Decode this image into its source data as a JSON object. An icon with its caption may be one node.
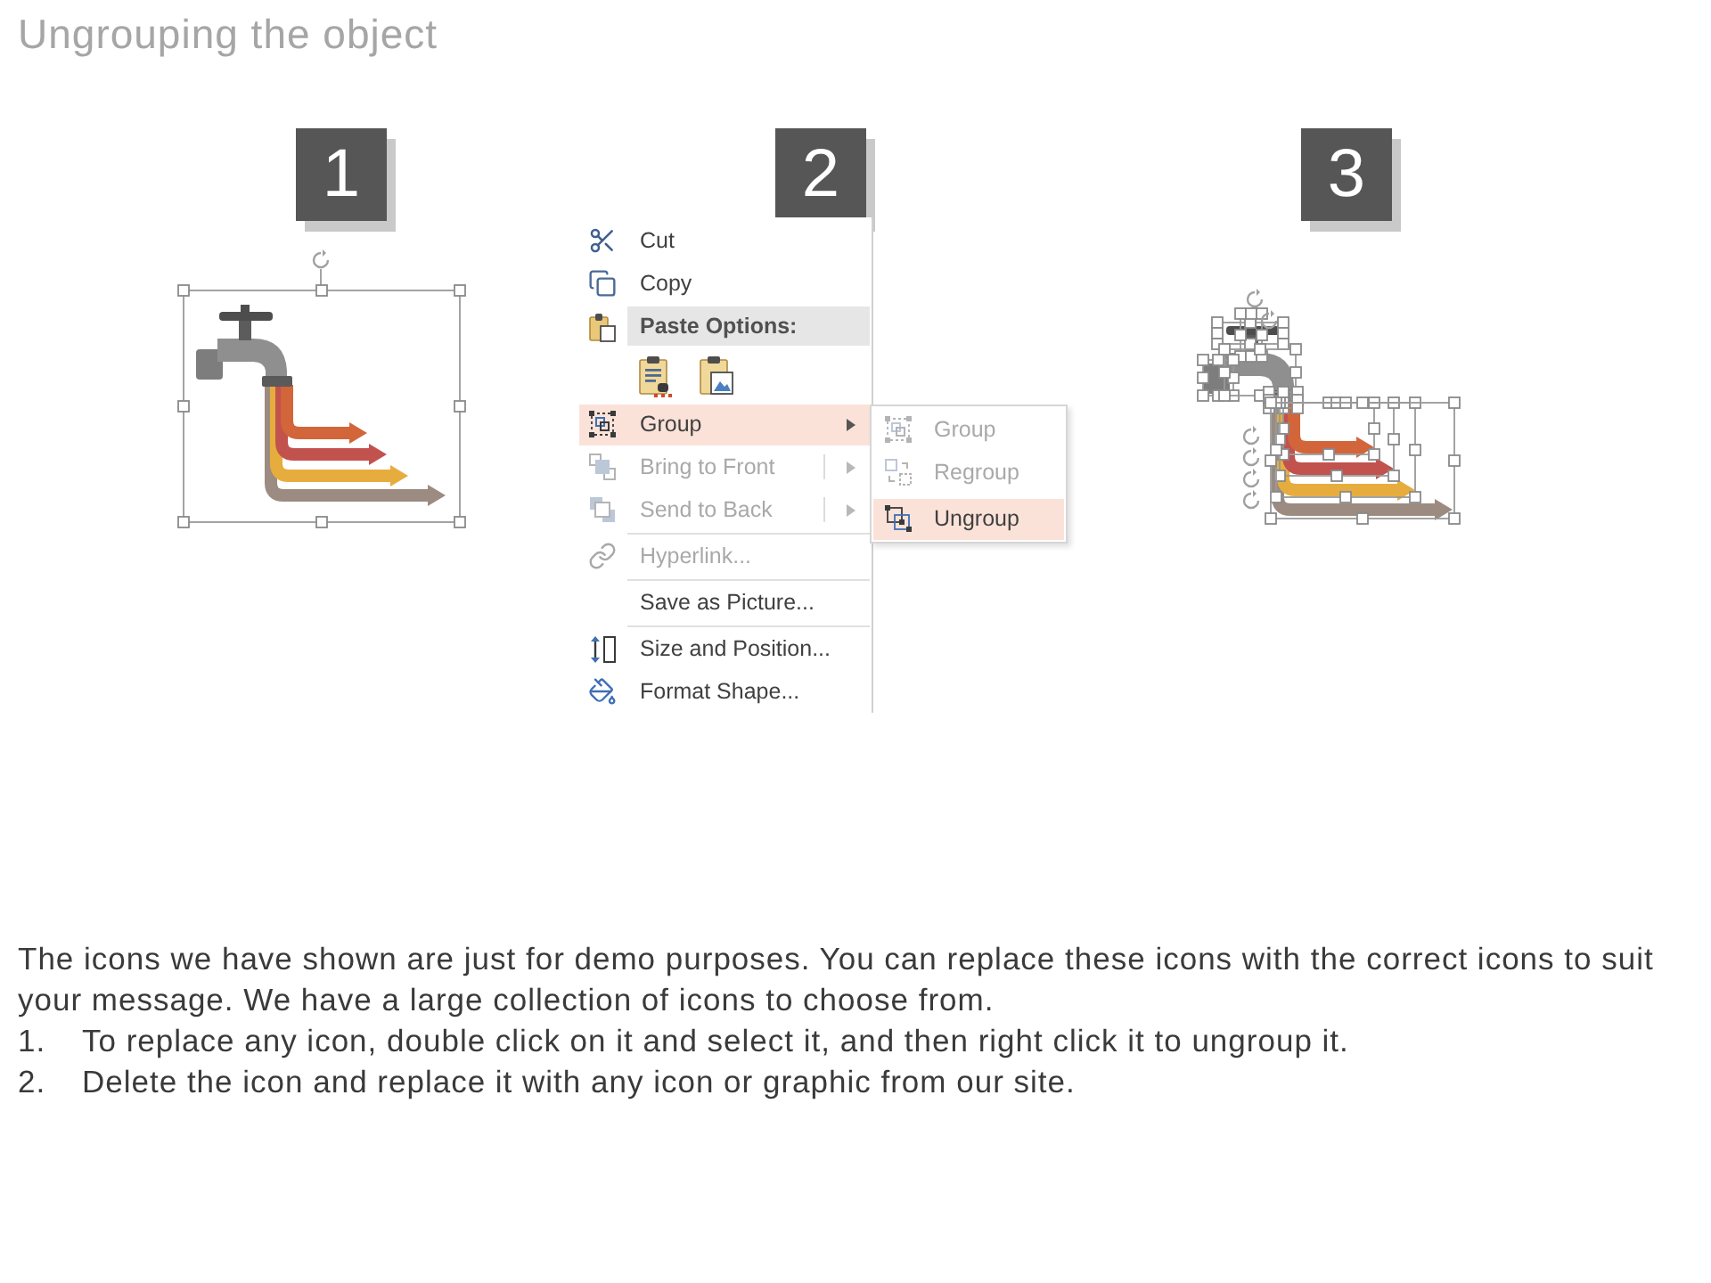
{
  "diagram": {
    "title": "Ungrouping the object",
    "nodes": [
      {
        "text": [
          "1"
        ]
      },
      {
        "text": [
          "2"
        ]
      },
      {
        "text": [
          "3"
        ]
      },
      {
        "text": [
          "Cut",
          "Copy",
          "Paste Options:",
          "Group",
          "Bring to Front",
          "Send to Back",
          "Hyperlink...",
          "Save as Picture...",
          "Size and Position...",
          "Format Shape..."
        ]
      },
      {
        "text": [
          "Group",
          "Regroup",
          "Ungroup"
        ]
      }
    ],
    "labels": [
      "The icons we have shown are just for demo purposes. You can replace these icons with the correct icons to suit your message. We have a large collection of icons to choose from.",
      "1.",
      "To replace any icon, double click on it and select it, and then right click it to ungroup it.",
      "2.",
      "Delete the icon and replace it with any icon or graphic from our site."
    ]
  }
}
